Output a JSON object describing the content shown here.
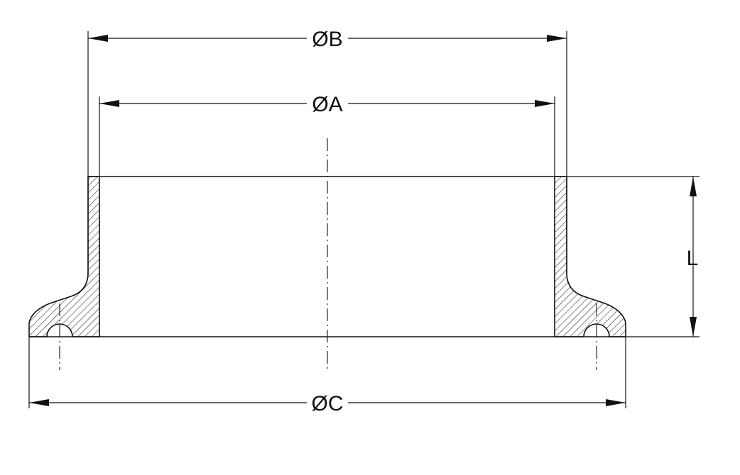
{
  "dimensions": {
    "B": "ØB",
    "A": "ØA",
    "C": "ØC",
    "L": "L"
  }
}
